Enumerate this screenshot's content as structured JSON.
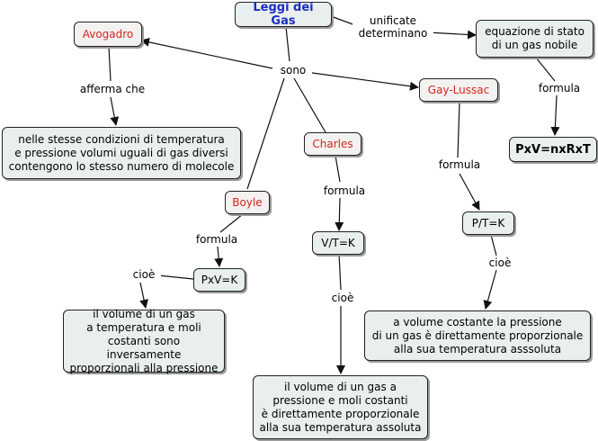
{
  "nodes": {
    "title": "Leggi dei Gas",
    "avogadro": "Avogadro",
    "avogadro_desc": "nelle stesse condizioni di temperatura\ne pressione volumi uguali di gas diversi\ncontengono lo stesso numero di molecole",
    "boyle": "Boyle",
    "boyle_formula": "PxV=K",
    "boyle_desc": "il volume di un gas\na temperatura e moli\ncostanti sono inversamente\nproporzionali alla pressione",
    "charles": "Charles",
    "charles_formula": "V/T=K",
    "charles_desc": "il volume di un gas a\npressione e moli costanti\nè direttamente proporzionale\nalla sua temperatura assoluta",
    "gaylussac": "Gay-Lussac",
    "gaylussac_formula": "P/T=K",
    "gaylussac_desc": "a volume costante la pressione\ndi un gas è direttamente proporzionale\nalla sua temperatura asssoluta",
    "equation": "equazione di stato\ndi un gas nobile",
    "equation_formula": "PxV=nxRxT"
  },
  "links": {
    "unificate": "unificate\ndeterminano",
    "sono": "sono",
    "afferma": "afferma che",
    "formula_boyle": "formula",
    "cioe_boyle": "cioè",
    "formula_charles": "formula",
    "cioe_charles": "cioè",
    "formula_gay": "formula",
    "cioe_gay": "cioè",
    "formula_eq": "formula"
  }
}
